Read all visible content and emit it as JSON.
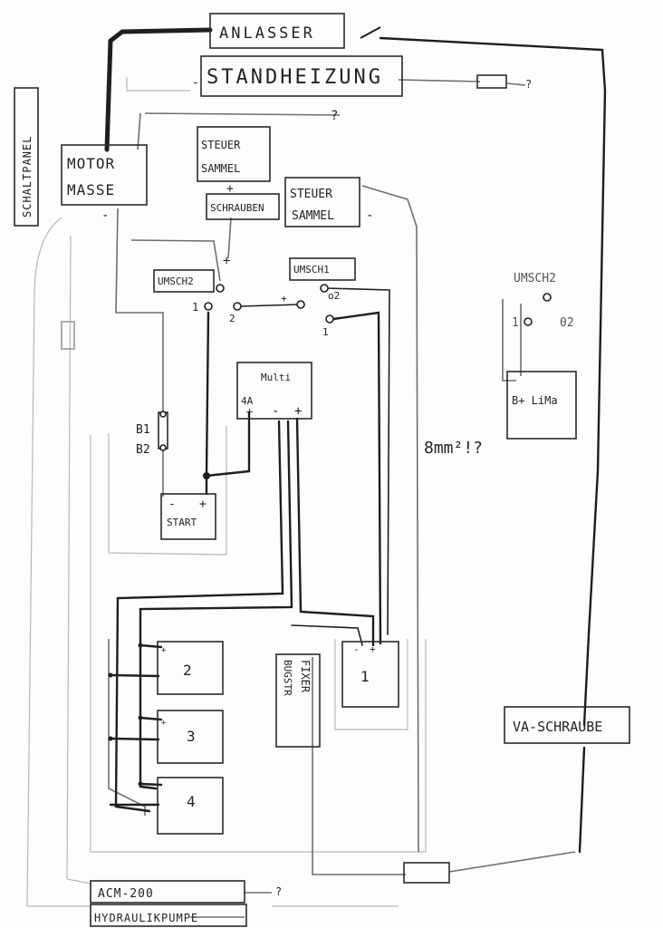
{
  "colors": {
    "paper": "#fdfdfb",
    "ink": "#1e1e1e",
    "pencil": "#777777",
    "faint": "#b8b8b8"
  },
  "labels": {
    "anlasser": "ANLASSER",
    "standheizung": "STANDHEIZUNG",
    "schaltpanel": "SCHALTPANEL",
    "motor": "MOTOR",
    "masse": "MASSE",
    "steuer_sammel_top_1": "STEUER",
    "steuer_sammel_top_2": "SAMMEL",
    "schrauben": "SCHRAUBEN",
    "steuer_sammel_right_1": "STEUER",
    "steuer_sammel_right_2": "SAMMEL",
    "umsch2": "UMSCH2",
    "umsch1": "UMSCH1",
    "umsch2_right": "UMSCH2",
    "b_lima": "B+ LiMa",
    "multi": "Multi",
    "multi_4a": "4A",
    "b1": "B1",
    "b2": "B2",
    "start": "START",
    "cable_note": "8mm²!?",
    "fixer": "FIXER",
    "bugstr": "BUGSTR",
    "va_schraube": "VA-SCHRAUBE",
    "acm": "ACM-200",
    "hydraulik": "HYDRAULIKPUMPE",
    "battery_1": "1",
    "battery_2": "2",
    "battery_3": "3",
    "battery_4": "4",
    "q1": "?",
    "q2": "?",
    "q3": "?",
    "sw_1": "1",
    "sw_2": "2",
    "sw_o2": "o2",
    "sw_1b": "1",
    "sw_r1": "1",
    "sw_r02": "02",
    "plus": "+",
    "minus": "-"
  }
}
